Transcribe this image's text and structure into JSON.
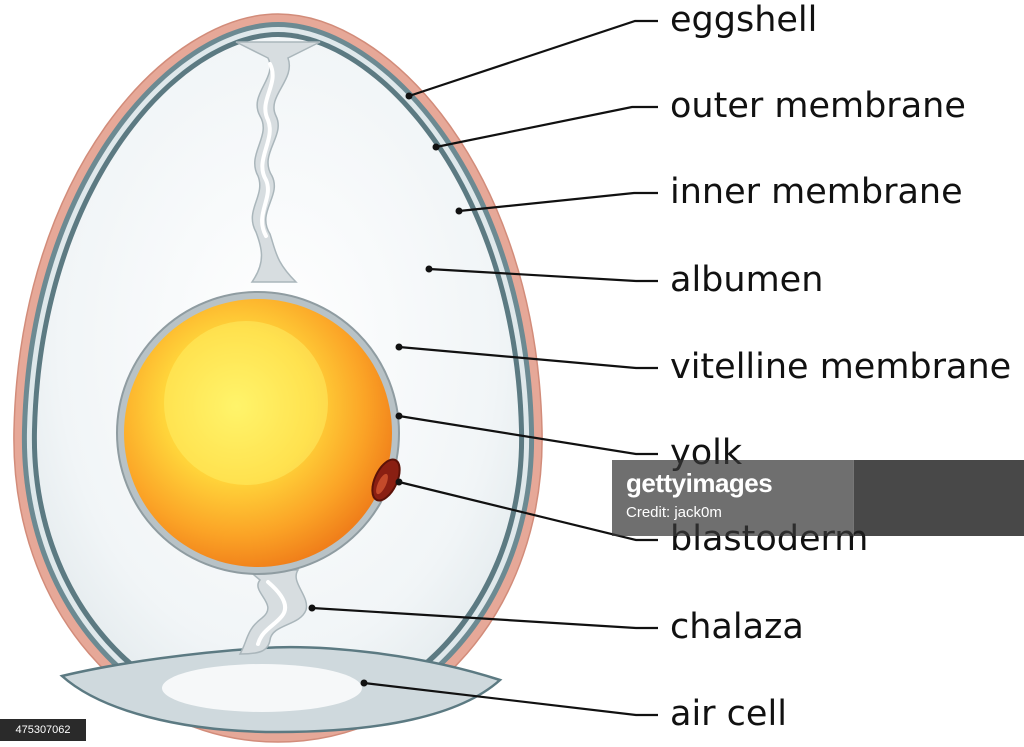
{
  "labels": {
    "eggshell": "eggshell",
    "outer_membrane": "outer membrane",
    "inner_membrane": "inner membrane",
    "albumen": "albumen",
    "vitelline_membrane": "vitelline membrane",
    "yolk": "yolk",
    "blastoderm": "blastoderm",
    "chalaza": "chalaza",
    "air_cell": "air cell"
  },
  "watermark": {
    "brand": "gettyimages",
    "credit": "Credit: jack0m"
  },
  "stock_id": "475307062",
  "colors": {
    "shell": "#e6a898",
    "membrane": "#5c7a82",
    "albumen": "#e6eef1",
    "yolk_outer": "#f28a1c",
    "yolk_inner": "#fff46b",
    "chalaza": "#d6dcdf",
    "air_cell": "#f3f5f6",
    "blastoderm": "#8a1f12"
  }
}
